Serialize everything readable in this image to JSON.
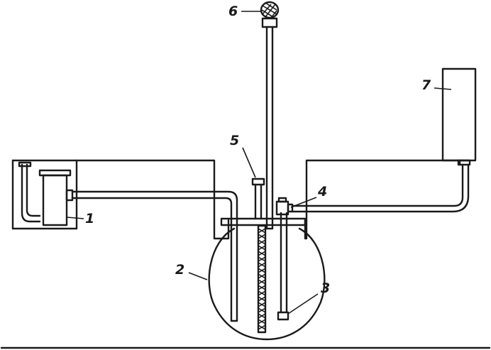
{
  "labels": {
    "pump": "1",
    "tank": "2",
    "float_valve": "3",
    "valve": "4",
    "vent_pipe": "5",
    "gauge": "6",
    "reservoir": "7"
  }
}
